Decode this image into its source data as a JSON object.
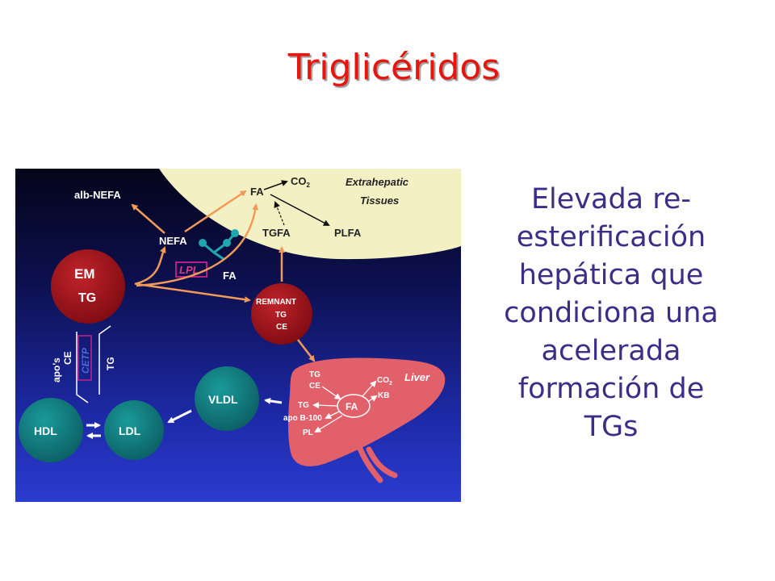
{
  "title": "Triglicéridos",
  "side_text_lines": [
    "Elevada re-",
    "esterificación",
    "hepática que",
    "condiciona una",
    "acelerada",
    "formación de",
    "TGs"
  ],
  "diagram": {
    "alb_nefa": "alb-NEFA",
    "fa_top": "FA",
    "co2_top": "CO",
    "co2_sub": "2",
    "extrahepatic_1": "Extrahepatic",
    "extrahepatic_2": "Tissues",
    "nefa": "NEFA",
    "tgfa": "TGFA",
    "plfa": "PLFA",
    "lpl": "LPL",
    "fa_mid": "FA",
    "em": "EM",
    "em_tg": "TG",
    "remnant": "REMNANT",
    "remnant_tg": "TG",
    "remnant_ce": "CE",
    "apos": "apo's",
    "ce_left": "CE",
    "cetp": "CETP",
    "tg_left": "TG",
    "vldl": "VLDL",
    "hdl": "HDL",
    "ldl": "LDL",
    "liver": "Liver",
    "liver_tg1": "TG",
    "liver_ce": "CE",
    "liver_tg2": "TG",
    "liver_apob": "apo B-100",
    "liver_pl": "PL",
    "liver_fa": "FA",
    "liver_co2": "CO",
    "liver_co2_sub": "2",
    "liver_kb": "KB"
  },
  "colors": {
    "title": "#e8150f",
    "side_text": "#3c2e86",
    "tissue": "#f3f0c4",
    "arrow": "#f09a58",
    "red_circle": "#a3141b",
    "teal_circle": "#137a7c",
    "liver": "#e2606a"
  }
}
